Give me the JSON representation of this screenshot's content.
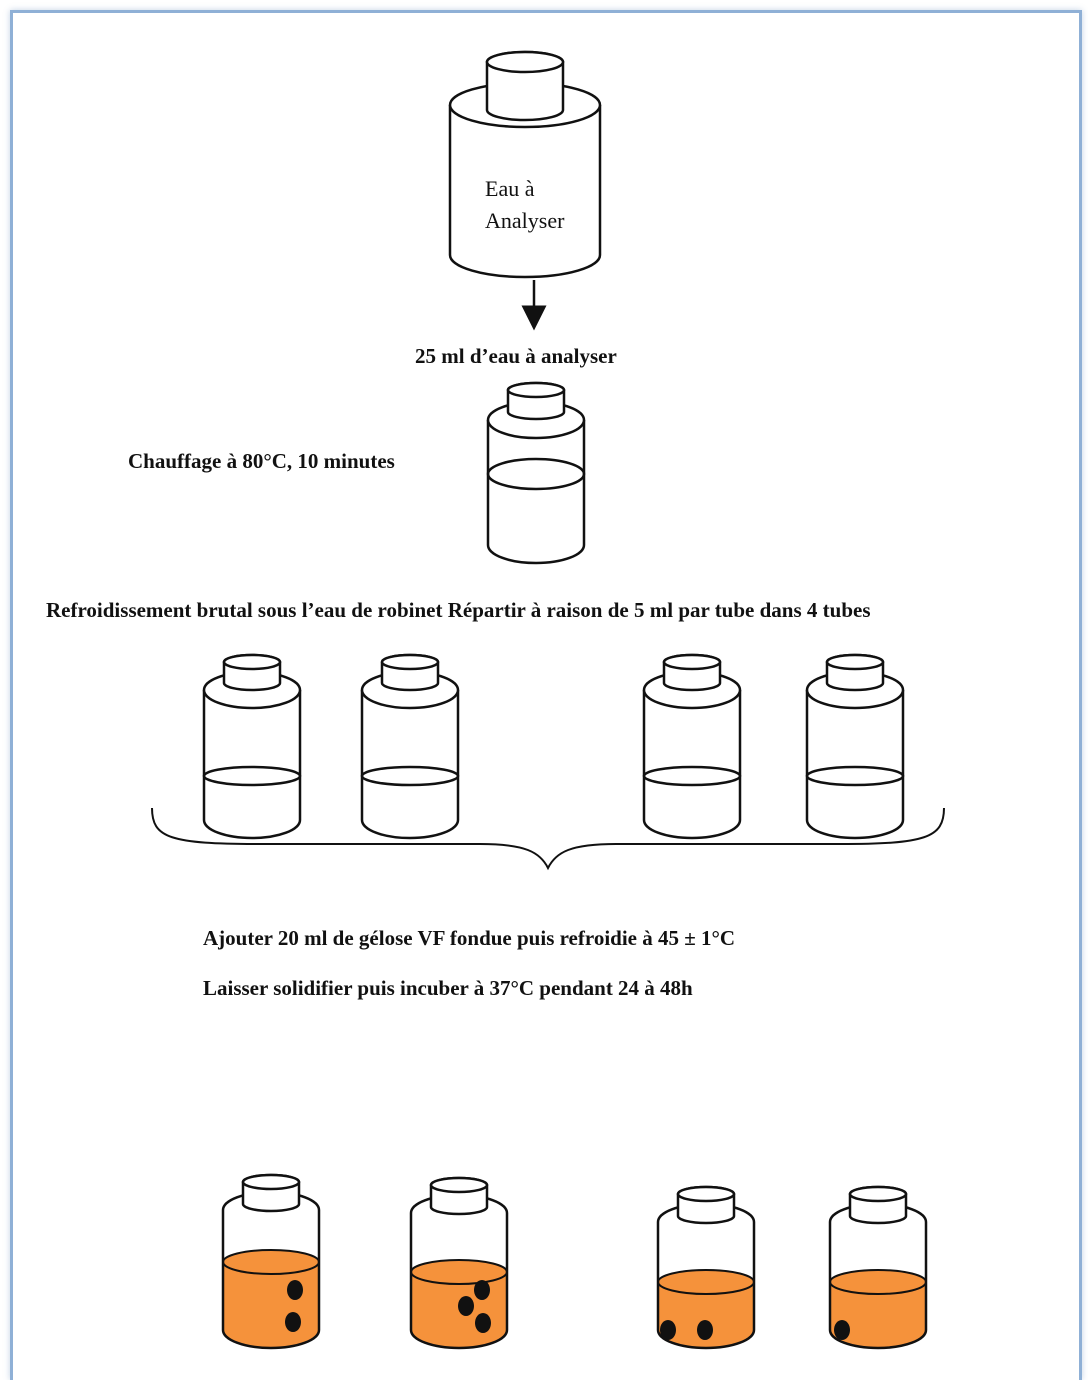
{
  "colors": {
    "agar": "#f5923b",
    "colony": "#111111",
    "frame": "#8fb0d6"
  },
  "reservoir": {
    "label_line1": "Eau à",
    "label_line2": "Analyser"
  },
  "steps": {
    "sample_volume": "25 ml d’eau à analyser",
    "heating": "Chauffage à 80°C, 10 minutes",
    "cooling_dispense": "Refroidissement brutal sous l’eau de robinet Répartir à raison de 5 ml par tube dans 4 tubes",
    "add_agar": "Ajouter 20 ml de gélose VF fondue puis refroidie à 45 ± 1°C",
    "incubate": "Laisser solidifier puis incuber à 37°C pendant 24 à 48h"
  },
  "tubes_5ml_count": 4,
  "result_tubes": [
    {
      "colonies": 2
    },
    {
      "colonies": 3
    },
    {
      "colonies": 2
    },
    {
      "colonies": 1
    }
  ]
}
